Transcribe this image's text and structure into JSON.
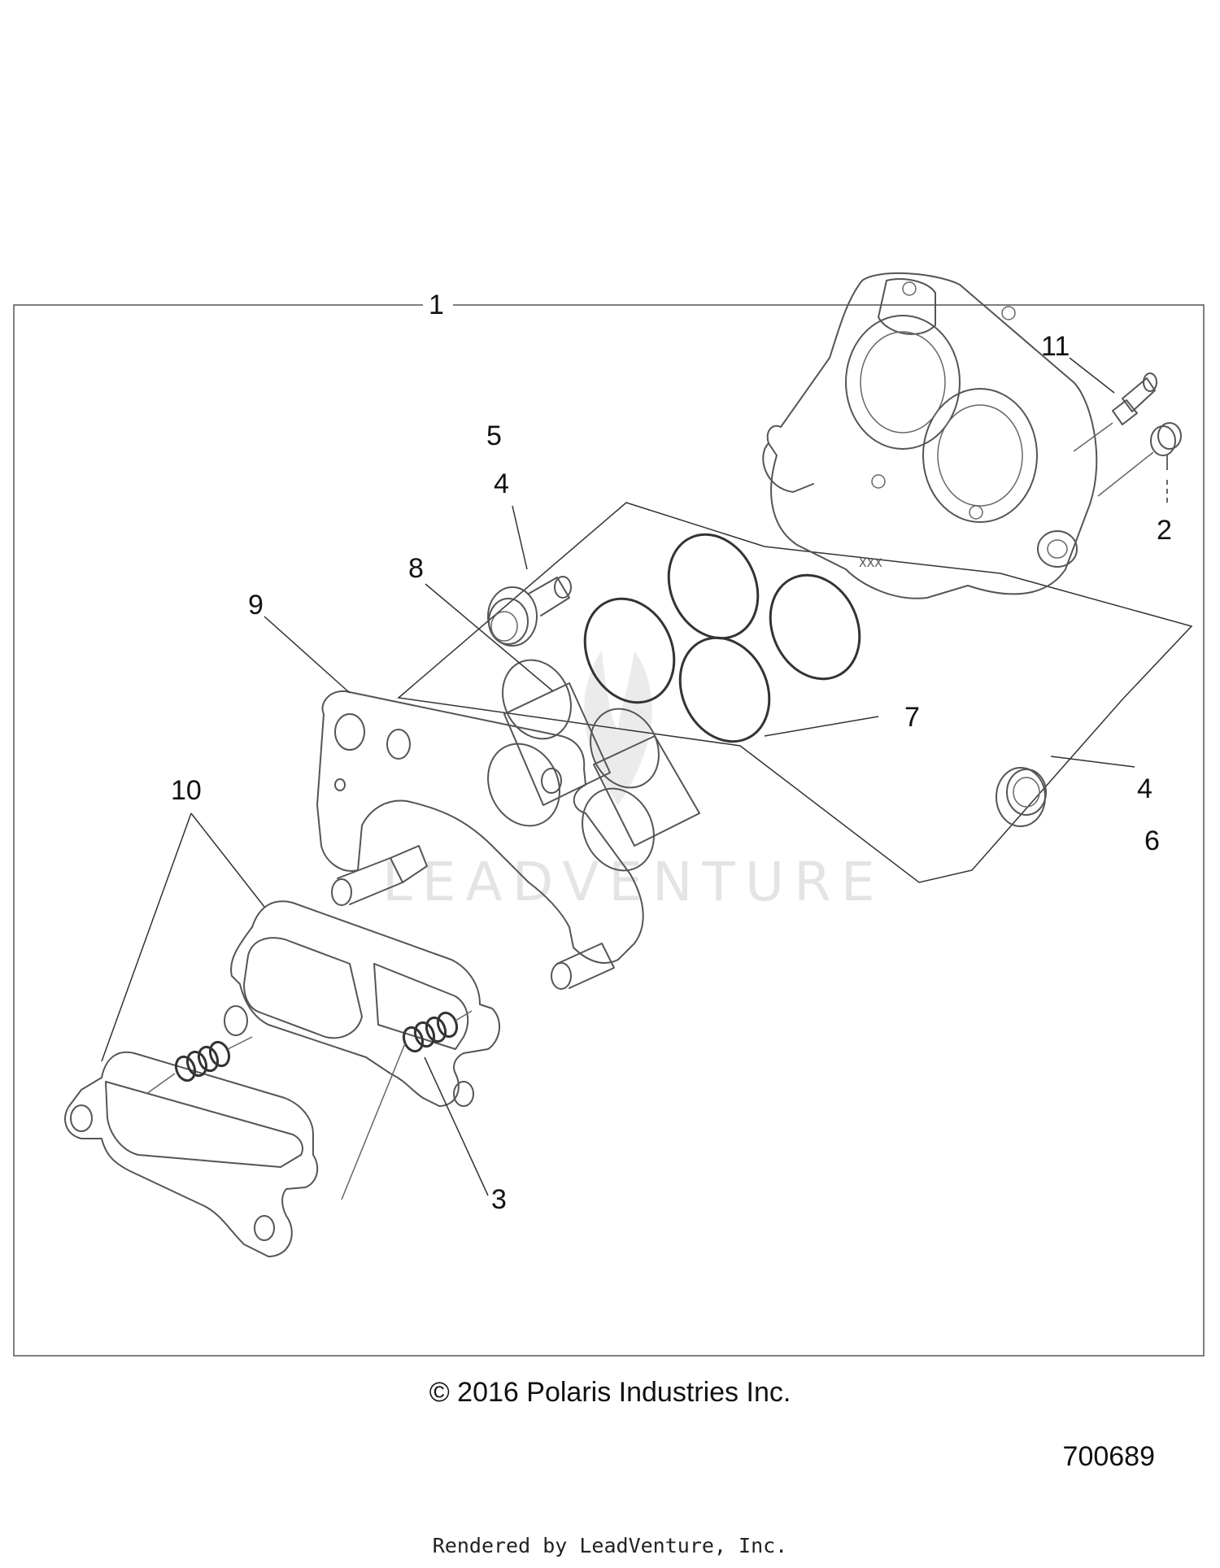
{
  "callouts": {
    "c1": "1",
    "c2": "2",
    "c3": "3",
    "c4a": "4",
    "c4b": "4",
    "c5": "5",
    "c6": "6",
    "c7": "7",
    "c8": "8",
    "c9": "9",
    "c10": "10",
    "c11": "11"
  },
  "watermark": "LEADVENTURE",
  "copyright": "© 2016 Polaris Industries Inc.",
  "diagram_code": "700689",
  "caliper_stamp": "XXX",
  "footer": "Rendered by LeadVenture, Inc."
}
